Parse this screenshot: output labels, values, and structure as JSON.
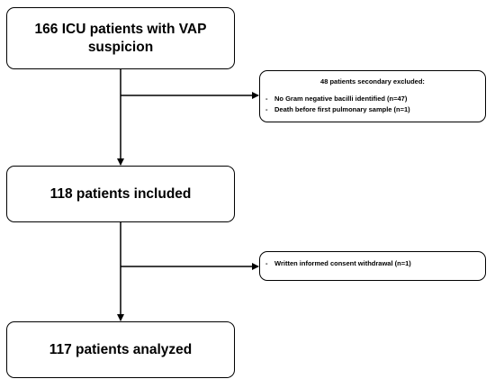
{
  "boxes": {
    "top": {
      "line1": "166 ICU patients with VAP",
      "line2": "suspicion"
    },
    "middle": {
      "text": "118 patients included"
    },
    "bottom": {
      "text": "117 patients analyzed"
    }
  },
  "side_boxes": {
    "excluded_1": {
      "title": "48 patients secondary excluded:",
      "items": [
        {
          "dash": "-",
          "text": "No Gram negative bacilli identified (n=47)"
        },
        {
          "dash": "-",
          "text": "Death before first pulmonary sample (n=1)"
        }
      ]
    },
    "excluded_2": {
      "items": [
        {
          "dash": "-",
          "text": "Written informed consent withdrawal (n=1)"
        }
      ]
    }
  }
}
